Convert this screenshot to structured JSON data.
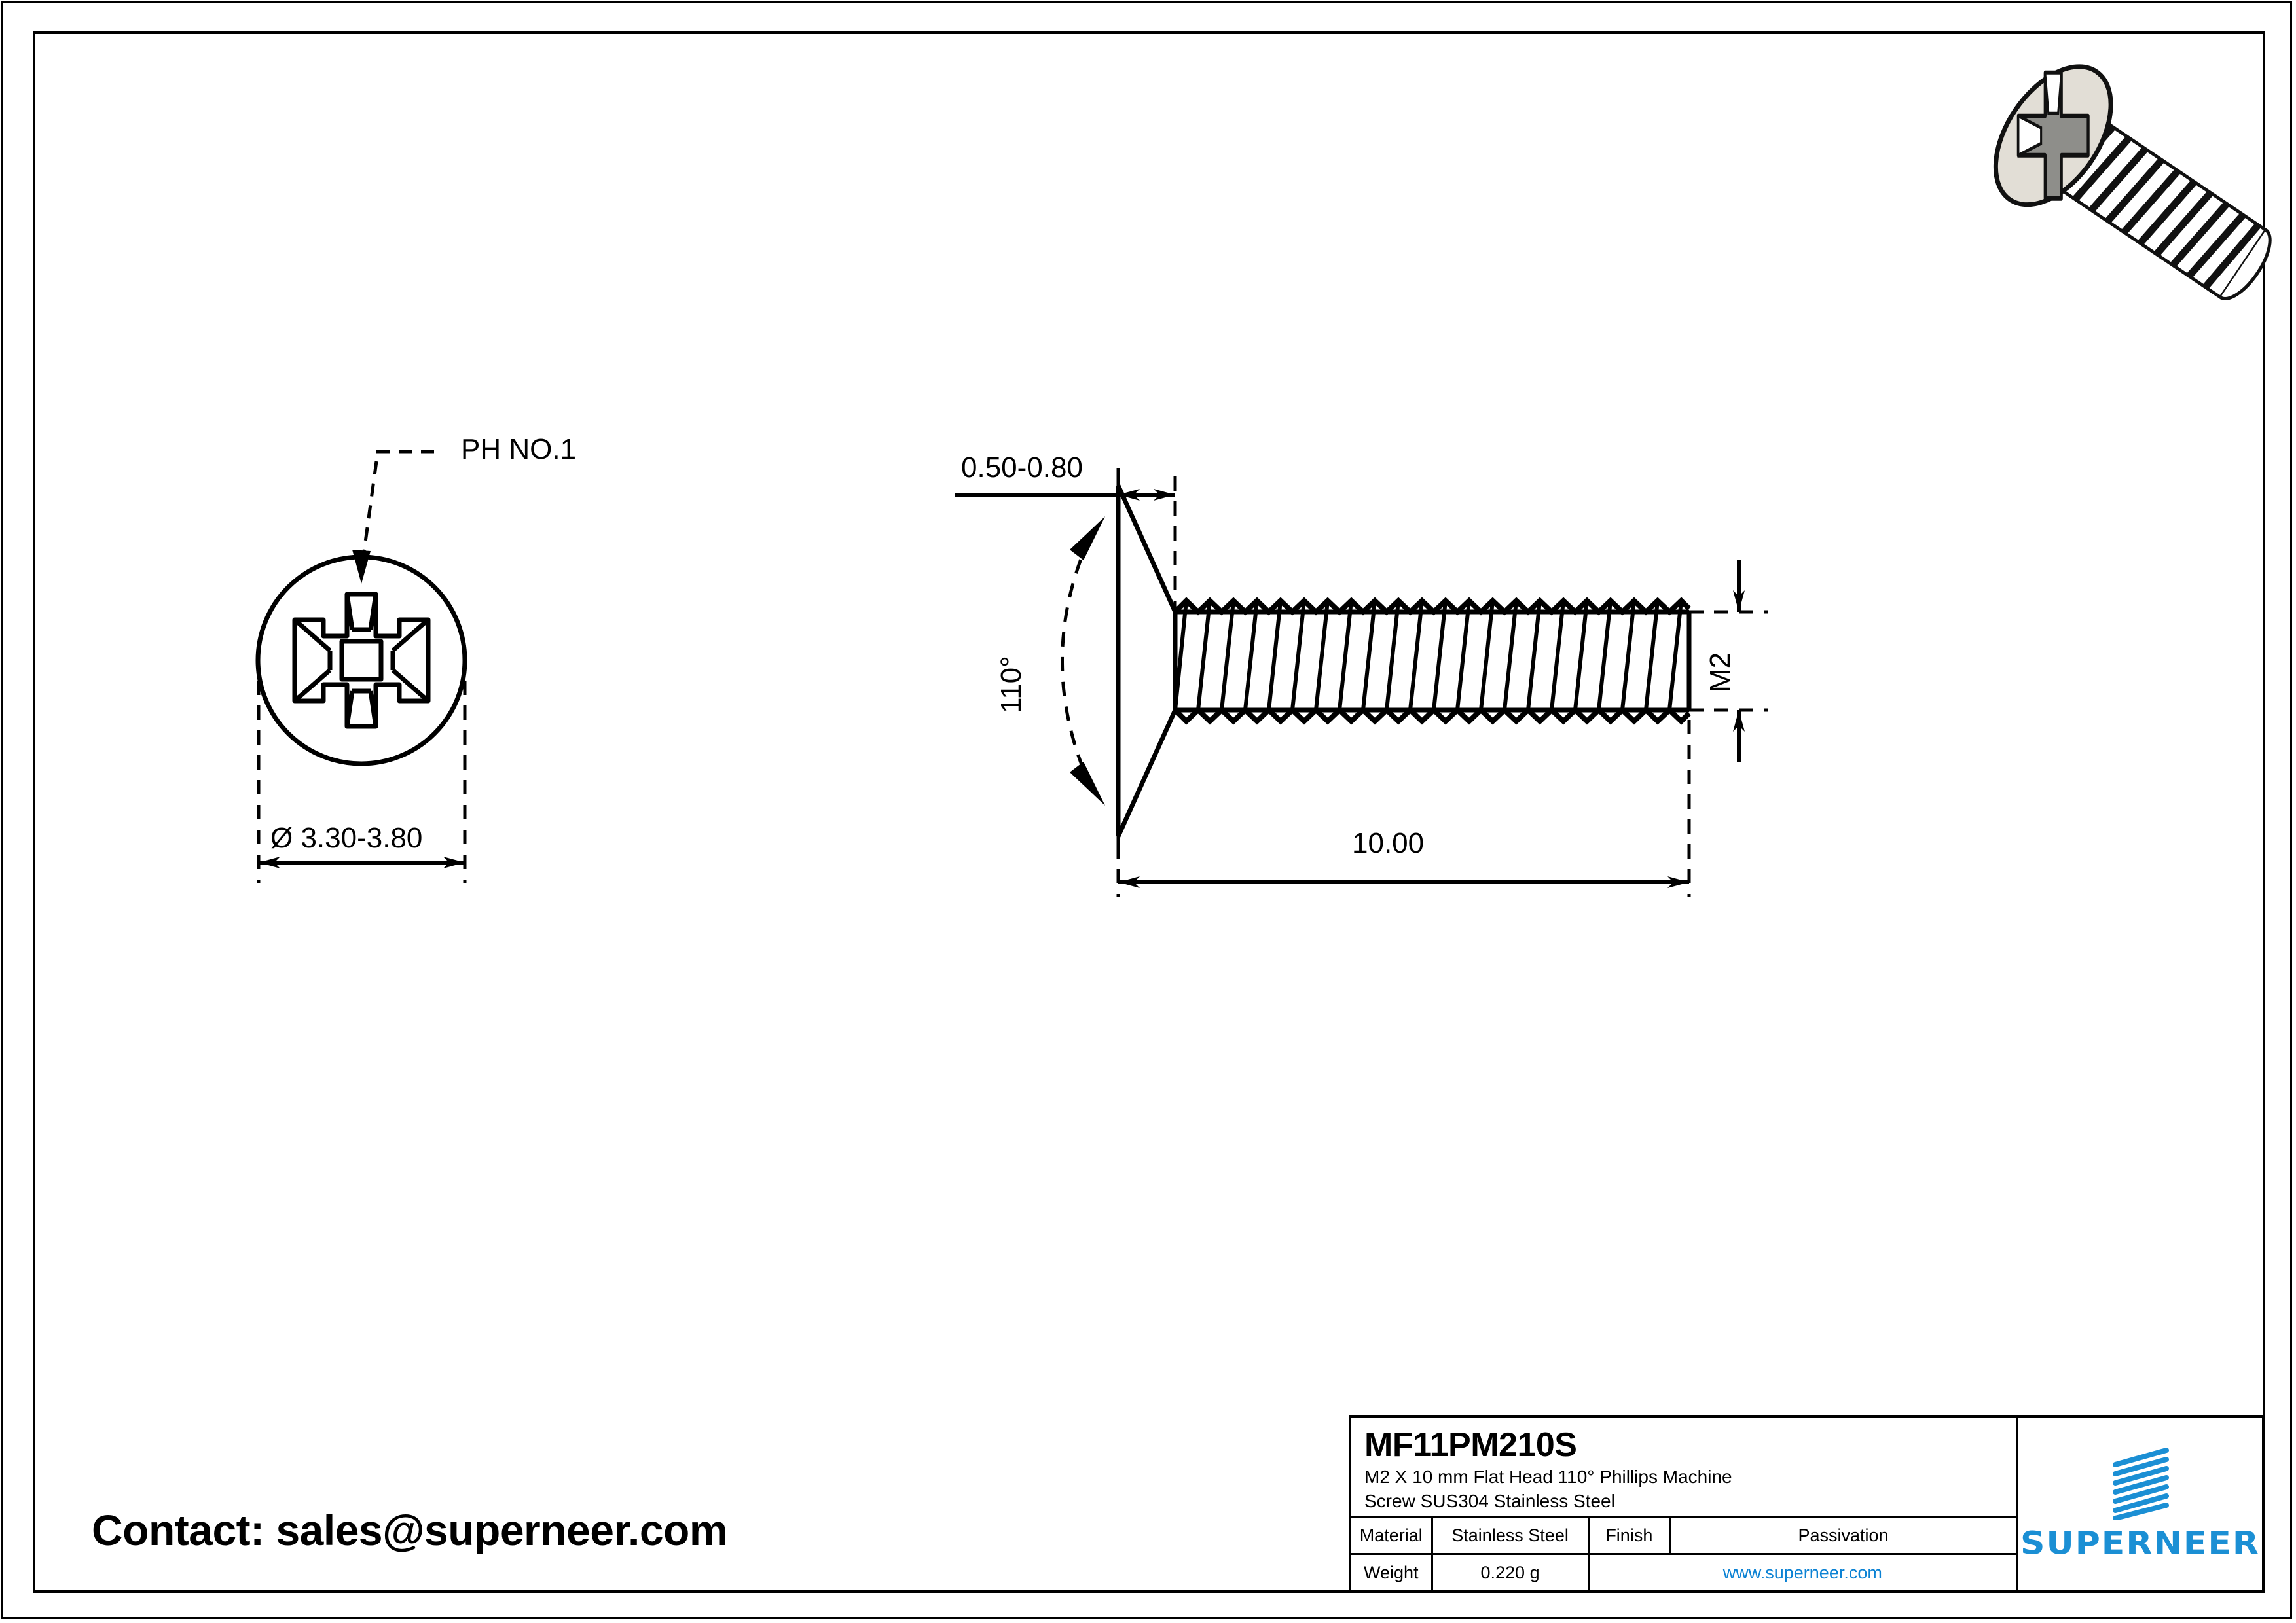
{
  "drawing": {
    "contact_line": "Contact: sales@superneer.com",
    "views": {
      "head_view": {
        "recess_callout": "PH NO.1",
        "head_diameter": "Ø 3.30-3.80"
      },
      "side_view": {
        "head_height": "0.50-0.80",
        "head_angle": "110°",
        "thread_size": "M2",
        "length": "10.00"
      }
    }
  },
  "title_block": {
    "part_number": "MF11PM210S",
    "description_line1": "M2 X 10 mm  Flat Head 110° Phillips Machine",
    "description_line2": "Screw SUS304 Stainless Steel",
    "material_label": "Material",
    "material_value": "Stainless Steel",
    "finish_label": "Finish",
    "finish_value": "Passivation",
    "weight_label": "Weight",
    "weight_value": "0.220 g",
    "website": "www.superneer.com",
    "brand": "SUPERNEER",
    "brand_color": "#1b8fd4"
  },
  "colors": {
    "line": "#000000",
    "accent": "#1b8fd4",
    "head_fill": "#e2ded6",
    "recess_fill": "#8e8e8a"
  },
  "chart_data": {
    "type": "table",
    "title": "MF11PM210S",
    "categories": [
      "Material",
      "Finish",
      "Weight"
    ],
    "values": [
      "Stainless Steel",
      "Passivation",
      "0.220 g"
    ]
  }
}
